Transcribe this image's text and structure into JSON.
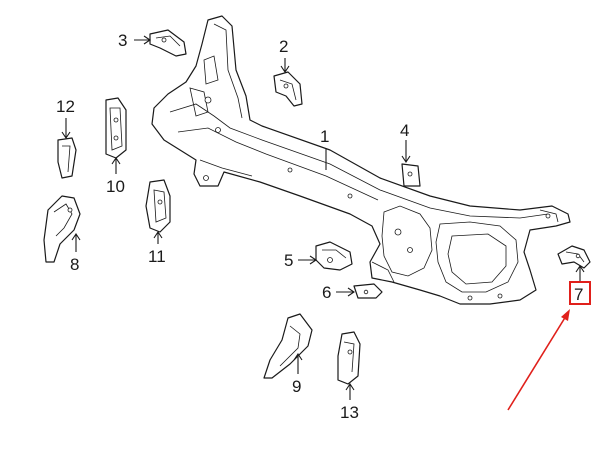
{
  "diagram": {
    "callouts": [
      {
        "id": "1",
        "label": "1"
      },
      {
        "id": "2",
        "label": "2"
      },
      {
        "id": "3",
        "label": "3"
      },
      {
        "id": "4",
        "label": "4"
      },
      {
        "id": "5",
        "label": "5"
      },
      {
        "id": "6",
        "label": "6"
      },
      {
        "id": "7",
        "label": "7"
      },
      {
        "id": "8",
        "label": "8"
      },
      {
        "id": "9",
        "label": "9"
      },
      {
        "id": "10",
        "label": "10"
      },
      {
        "id": "11",
        "label": "11"
      },
      {
        "id": "12",
        "label": "12"
      },
      {
        "id": "13",
        "label": "13"
      }
    ],
    "highlighted_callout": "7",
    "colors": {
      "line": "#1a1a1a",
      "highlight": "#e0201b",
      "background": "#ffffff"
    }
  }
}
